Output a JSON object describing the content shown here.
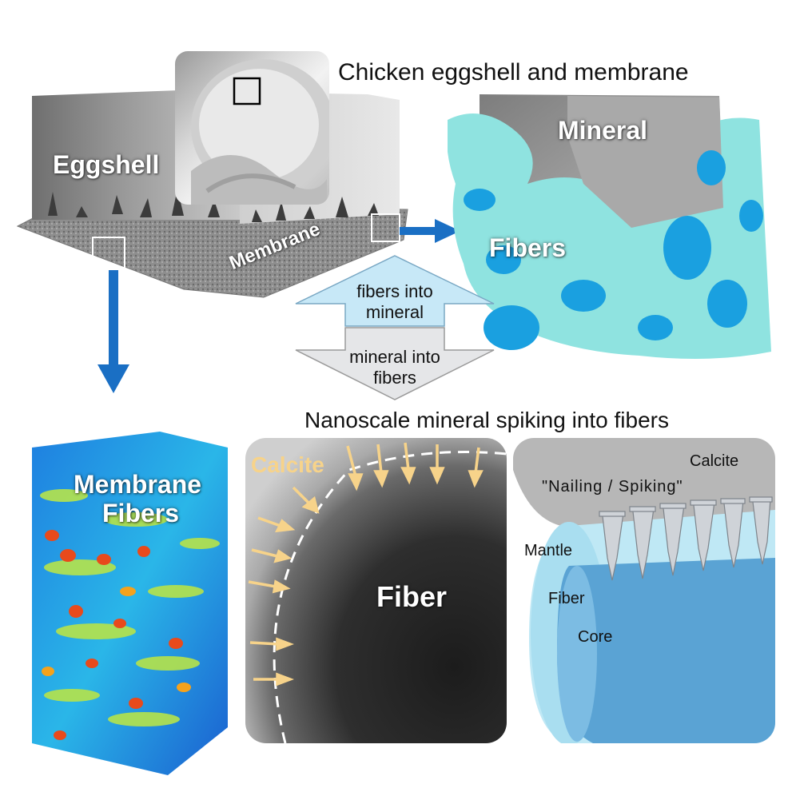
{
  "titles": {
    "top": "Chicken eggshell and membrane",
    "bottom": "Nanoscale mineral spiking into fibers"
  },
  "eggshell_panel": {
    "eggshell_label": "Eggshell",
    "membrane_label": "Membrane"
  },
  "mineral_panel": {
    "mineral_label": "Mineral",
    "fibers_label": "Fibers"
  },
  "process_arrows": {
    "up": "fibers into mineral",
    "down": "mineral into fibers"
  },
  "membrane_panel": {
    "label_line1": "Membrane",
    "label_line2": "Fibers"
  },
  "micrograph_panel": {
    "calcite_label": "Calcite",
    "fiber_label": "Fiber"
  },
  "schematic_panel": {
    "calcite_label": "Calcite",
    "nailing_label": "\"Nailing / Spiking\"",
    "mantle_label": "Mantle",
    "fiber_label": "Fiber",
    "core_label": "Core"
  },
  "colors": {
    "arrow_blue": "#1a6fc4",
    "fiber_cyan": "#8fe3e0",
    "pore_blue": "#1aa0e0",
    "calcite_yellow": "#f7d38a",
    "up_arrow_fill": "#c7e8f7",
    "down_arrow_fill": "#e5e6e8"
  }
}
